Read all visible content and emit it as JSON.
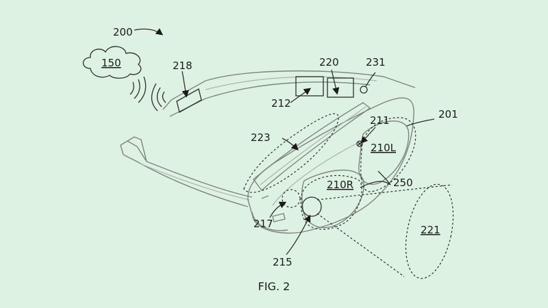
{
  "figure": {
    "caption": "FIG. 2",
    "labels": {
      "l200": "200",
      "l150": "150",
      "l218": "218",
      "l220": "220",
      "l231": "231",
      "l212": "212",
      "l201": "201",
      "l211": "211",
      "l223": "223",
      "l210L": "210L",
      "l210R": "210R",
      "l250": "250",
      "l221": "221",
      "l217": "217",
      "l215": "215"
    }
  }
}
